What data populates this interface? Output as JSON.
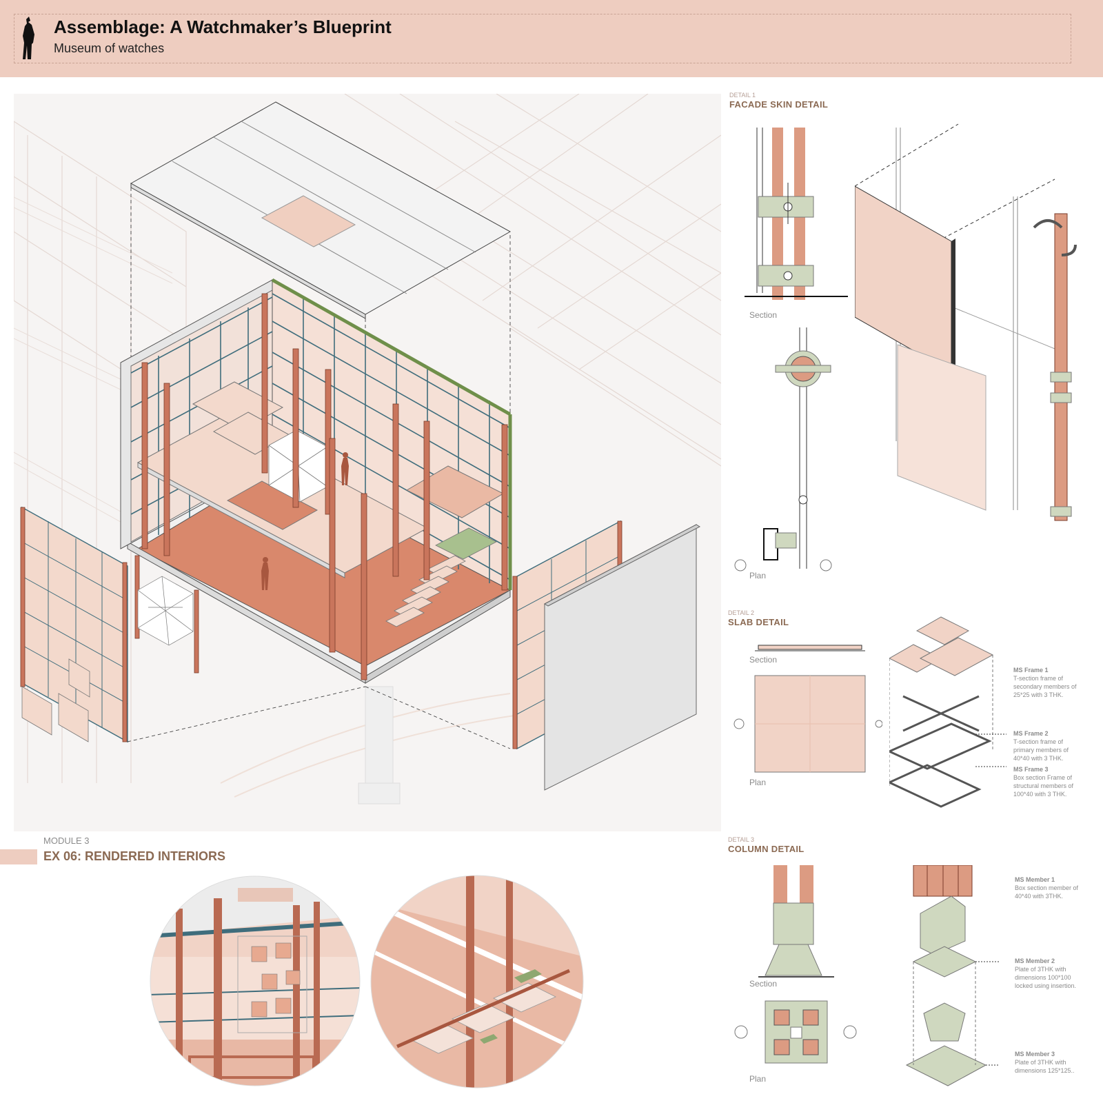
{
  "header": {
    "title": "Assemblage: A Watchmaker’s Blueprint",
    "subtitle": "Museum of watches"
  },
  "details": {
    "d1": {
      "tag": "DETAIL 1",
      "title": "FACADE SKIN DETAIL",
      "section_label": "Section",
      "plan_label": "Plan"
    },
    "d2": {
      "tag": "DETAIL 2",
      "title": "SLAB DETAIL",
      "section_label": "Section",
      "plan_label": "Plan",
      "notes": [
        {
          "name": "MS Frame 1",
          "text": "T-section frame of secondary members of 25*25 with 3 THK."
        },
        {
          "name": "MS Frame 2",
          "text": "T-section frame of primary members of 40*40 with 3 THK."
        },
        {
          "name": "MS Frame 3",
          "text": "Box section Frame of structural members of 100*40 with 3 THK."
        }
      ]
    },
    "d3": {
      "tag": "DETAIL 3",
      "title": "COLUMN DETAIL",
      "section_label": "Section",
      "plan_label": "Plan",
      "notes": [
        {
          "name": "MS Member 1",
          "text": "Box section member of 40*40 with 3THK."
        },
        {
          "name": "MS Member 2",
          "text": "Plate of 3THK with dimensions 100*100 locked using insertion."
        },
        {
          "name": "MS Member 3",
          "text": "Plate of 3THK with dimensions 125*125.."
        }
      ]
    }
  },
  "module": {
    "label": "MODULE 3",
    "title": "EX 06: RENDERED INTERIORS"
  },
  "colors": {
    "header_bg": "#eecdc0",
    "terracotta": "#c9755c",
    "blush": "#f1d3c6",
    "sage": "#cfd8bf",
    "steel_blue": "#3f6d7c",
    "green_edge": "#6f8f4a",
    "accent_text": "#8b6a53"
  }
}
